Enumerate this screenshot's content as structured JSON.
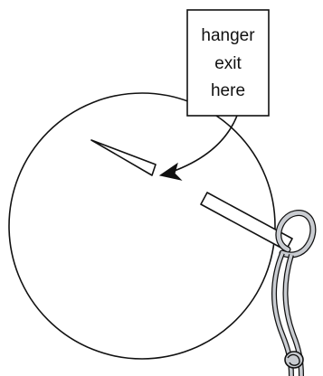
{
  "callout": {
    "lines": [
      "hanger",
      "exit",
      "here"
    ]
  },
  "colors": {
    "stroke": "#111111",
    "background": "#ffffff",
    "cord_fill": "#c9ccd1"
  },
  "icons": {
    "slit": "slit-icon",
    "needle": "needle-icon",
    "cord": "hanger-cord-icon",
    "knot": "knot-icon",
    "arrow": "pointer-arrow-icon"
  }
}
